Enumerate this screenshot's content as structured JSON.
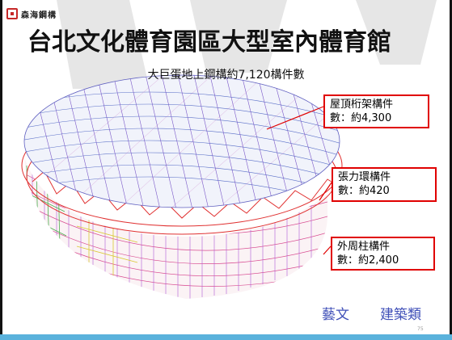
{
  "logo": {
    "icon": "company-logo-icon",
    "text": "森海鋼構"
  },
  "title": "台北文化體育園區大型室內體育館",
  "subtitle": "大巨蛋地上鋼構約7,120構件數",
  "callouts": [
    {
      "name": "屋頂桁架構件",
      "count": "數：約4,300"
    },
    {
      "name": "張力環構件",
      "count": "數：約420"
    },
    {
      "name": "外周柱構件",
      "count": "數：約2,400"
    }
  ],
  "footer_links": [
    "藝文",
    "建築類"
  ],
  "page_number": "75",
  "colors": {
    "callout_border": "#e00000",
    "link": "#4050b8",
    "bottom_bar": "#5ab2dc"
  }
}
